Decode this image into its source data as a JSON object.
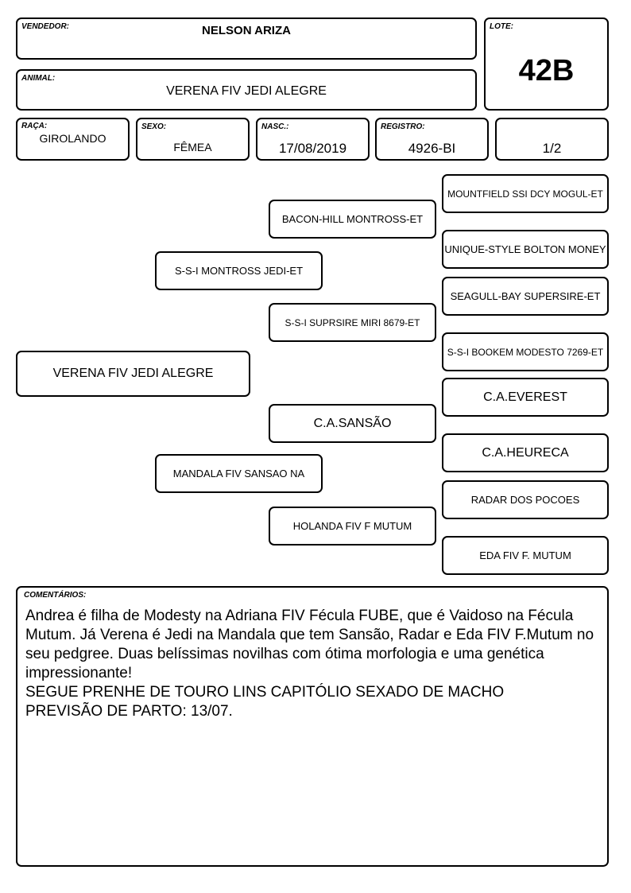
{
  "header": {
    "vendedor": {
      "label": "VENDEDOR:",
      "value": "NELSON ARIZA"
    },
    "lote": {
      "label": "LOTE:",
      "value": "42B"
    },
    "animal": {
      "label": "ANIMAL:",
      "value": "VERENA FIV JEDI ALEGRE"
    },
    "raca": {
      "label": "RAÇA:",
      "value": "GIROLANDO"
    },
    "sexo": {
      "label": "SEXO:",
      "value": "FÊMEA"
    },
    "nasc": {
      "label": "NASC.:",
      "value": "17/08/2019"
    },
    "registro": {
      "label": "REGISTRO:",
      "value": "4926-BI"
    },
    "fraction": {
      "value": "1/2"
    }
  },
  "pedigree": {
    "animal": "VERENA FIV JEDI ALEGRE",
    "sire": "S-S-I MONTROSS JEDI-ET",
    "dam": "MANDALA FIV SANSAO NA",
    "sire_sire": "BACON-HILL MONTROSS-ET",
    "sire_dam": "S-S-I SUPRSIRE MIRI 8679-ET",
    "dam_sire": "C.A.SANSÃO",
    "dam_dam": "HOLANDA FIV F MUTUM",
    "ggp": [
      "MOUNTFIELD SSI DCY MOGUL-ET",
      "UNIQUE-STYLE BOLTON MONEY",
      "SEAGULL-BAY SUPERSIRE-ET",
      "S-S-I BOOKEM MODESTO 7269-ET",
      "C.A.EVEREST",
      "C.A.HEURECA",
      "RADAR DOS POCOES",
      "EDA FIV F. MUTUM"
    ]
  },
  "comments": {
    "label": "COMENTÁRIOS:",
    "text": "Andrea é filha de Modesty na Adriana FIV Fécula FUBE, que é Vaidoso na Fécula Mutum. Já Verena é Jedi na Mandala que tem Sansão, Radar e Eda FIV F.Mutum no seu pedgree. Duas belíssimas novilhas com ótima morfologia e uma genética impressionante!",
    "line2": "SEGUE PRENHE DE TOURO LINS CAPITÓLIO SEXADO DE MACHO",
    "line3": "PREVISÃO DE PARTO: 13/07."
  }
}
